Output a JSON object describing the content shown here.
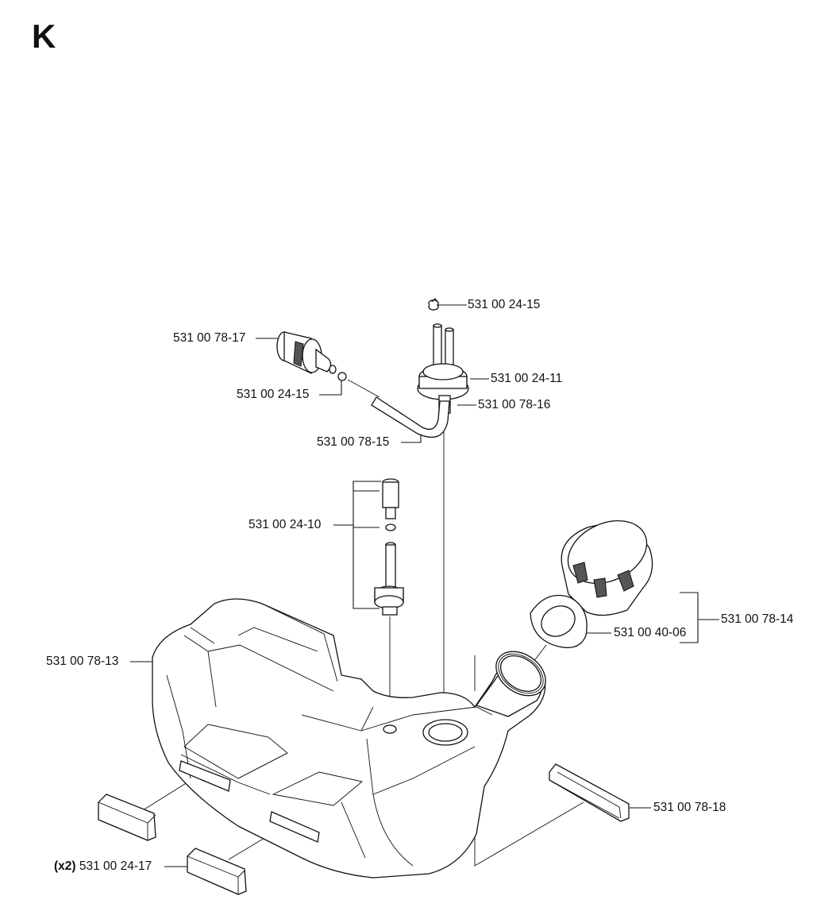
{
  "section": {
    "letter": "K"
  },
  "parts": [
    {
      "id": "p1",
      "number": "531 00 24-15"
    },
    {
      "id": "p2",
      "number": "531 00 78-17"
    },
    {
      "id": "p3",
      "number": "531 00 24-11"
    },
    {
      "id": "p4",
      "number": "531 00 24-15"
    },
    {
      "id": "p5",
      "number": "531 00 78-16"
    },
    {
      "id": "p6",
      "number": "531 00 78-15"
    },
    {
      "id": "p7",
      "number": "531 00 24-10"
    },
    {
      "id": "p8",
      "number": "531 00 78-14"
    },
    {
      "id": "p9",
      "number": "531 00 40-06"
    },
    {
      "id": "p10",
      "number": "531 00 78-13"
    },
    {
      "id": "p11",
      "number": "531 00 78-18"
    },
    {
      "id": "p12",
      "number": "531 00 24-17",
      "quantity": "(x2)"
    }
  ]
}
